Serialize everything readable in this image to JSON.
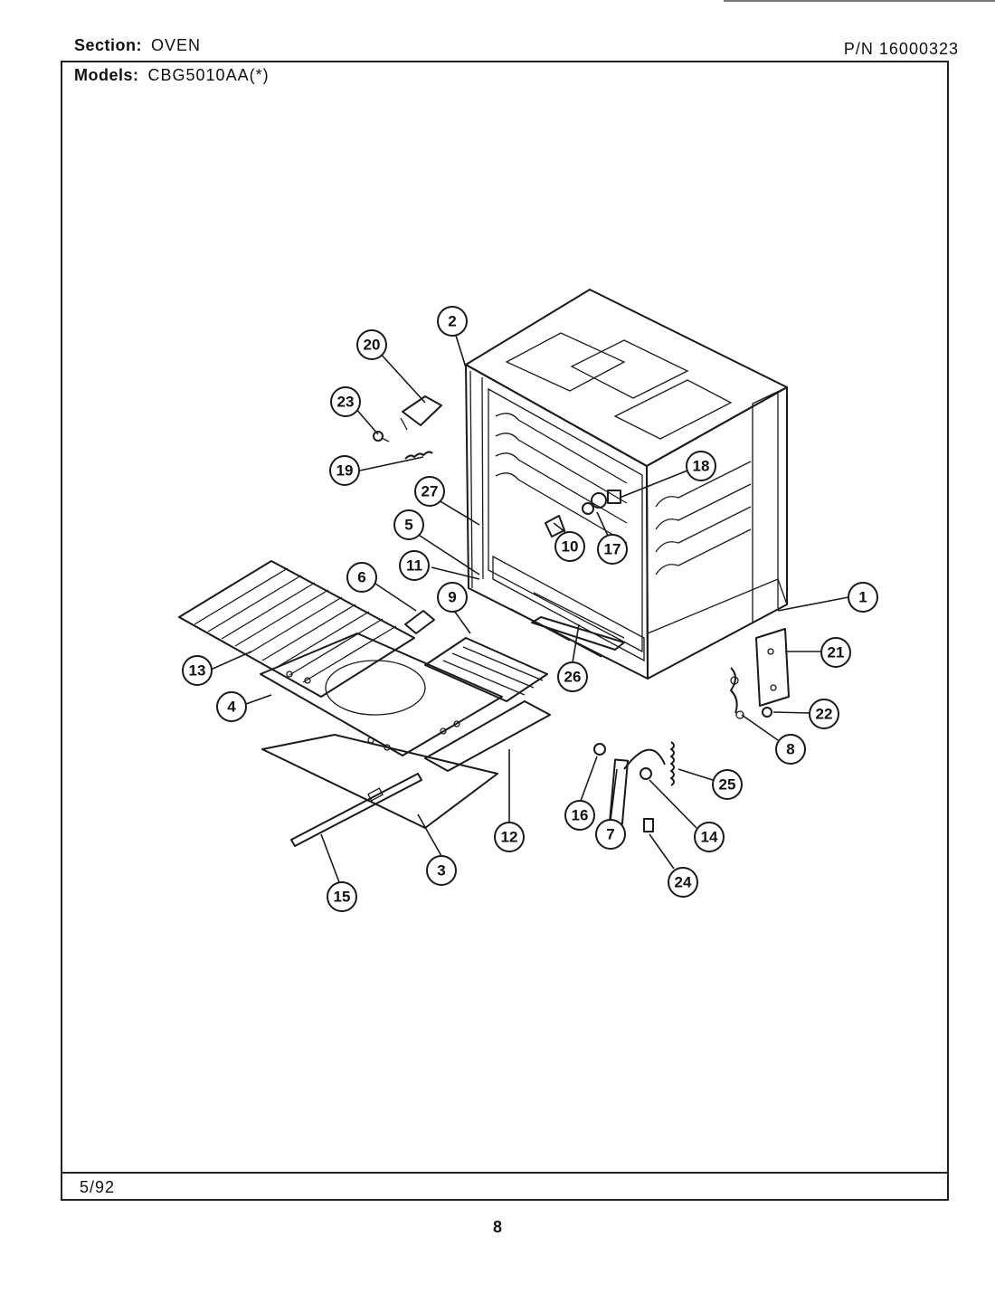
{
  "header": {
    "section_label": "Section:",
    "section_value": "OVEN",
    "models_label": "Models:",
    "models_value": "CBG5010AA(*)",
    "part_number": "P/N  16000323"
  },
  "footer": {
    "date": "5/92",
    "page_number": "8"
  },
  "callouts": [
    "1",
    "2",
    "3",
    "4",
    "5",
    "6",
    "7",
    "8",
    "9",
    "10",
    "11",
    "12",
    "13",
    "14",
    "15",
    "16",
    "17",
    "18",
    "19",
    "20",
    "21",
    "22",
    "23",
    "24",
    "25",
    "26",
    "27"
  ]
}
